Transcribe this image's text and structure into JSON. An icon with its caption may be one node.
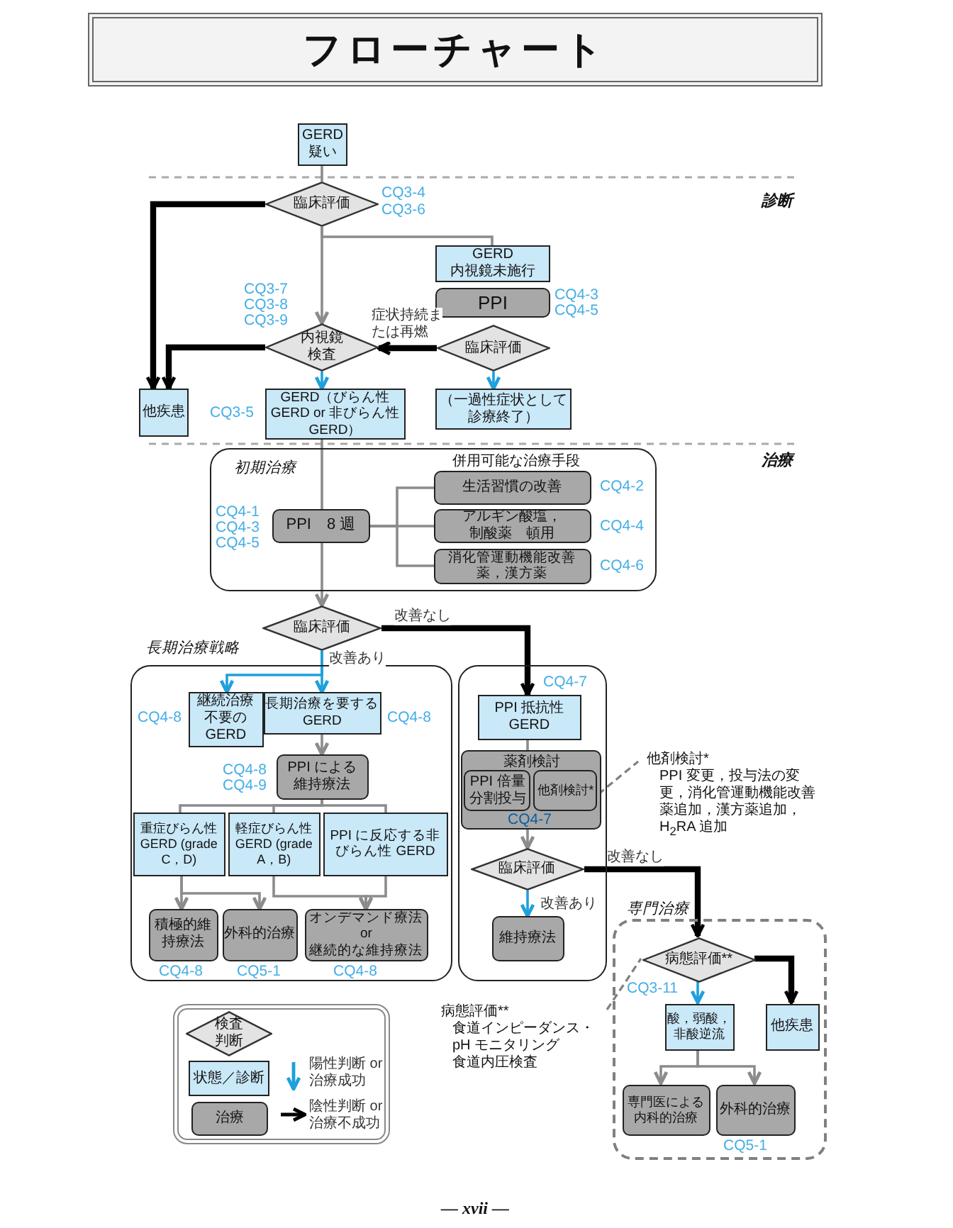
{
  "diagram": {
    "title": "フローチャート",
    "nodes": [
      {
        "text": [
          "GERD 疑い"
        ]
      },
      {
        "text": [
          "臨床評価"
        ],
        "beside": [
          "CQ3-4",
          "CQ3-6"
        ]
      },
      {
        "text": [
          "GERD 内視鏡未施行"
        ]
      },
      {
        "text": [
          "PPI"
        ],
        "beside": [
          "CQ4-3",
          "CQ4-5"
        ]
      },
      {
        "text": [
          "内視鏡検査"
        ],
        "beside": [
          "CQ3-7",
          "CQ3-8",
          "CQ3-9"
        ]
      },
      {
        "text": [
          "臨床評価"
        ]
      },
      {
        "text": [
          "他疾患"
        ]
      },
      {
        "text": [
          "GERD（びらん性 GERD or 非びらん性 GERD）"
        ],
        "beside": [
          "CQ3-5"
        ]
      },
      {
        "text": [
          "（一過性症状として診療終了）"
        ]
      },
      {
        "text": [
          "初期治療",
          "併用可能な治療手段"
        ]
      },
      {
        "text": [
          "PPI　8 週"
        ],
        "in": 9,
        "beside": [
          "CQ4-1",
          "CQ4-3",
          "CQ4-5"
        ]
      },
      {
        "text": [
          "生活習慣の改善"
        ],
        "in": 9,
        "beside": [
          "CQ4-2"
        ]
      },
      {
        "text": [
          "アルギン酸塩，制酸薬　頓用"
        ],
        "in": 9,
        "beside": [
          "CQ4-4"
        ]
      },
      {
        "text": [
          "消化管運動機能改善薬，漢方薬"
        ],
        "in": 9,
        "beside": [
          "CQ4-6"
        ]
      },
      {
        "text": [
          "臨床評価"
        ]
      },
      {
        "text": [
          "長期治療戦略"
        ]
      },
      {
        "text": [
          "継続治療不要の GERD"
        ],
        "in": 15,
        "beside": [
          "CQ4-8"
        ]
      },
      {
        "text": [
          "長期治療を要する GERD"
        ],
        "in": 15,
        "beside": [
          "CQ4-8"
        ]
      },
      {
        "text": [
          "PPI による維持療法"
        ],
        "in": 15,
        "beside": [
          "CQ4-8",
          "CQ4-9"
        ]
      },
      {
        "text": [
          "重症びらん性 GERD (grade C，D)"
        ],
        "in": 15
      },
      {
        "text": [
          "軽症びらん性 GERD (grade A，B)"
        ],
        "in": 15
      },
      {
        "text": [
          "PPI に反応する非びらん性 GERD"
        ],
        "in": 15
      },
      {
        "text": [
          "積極的維持療法"
        ],
        "in": 15,
        "beside": [
          "CQ4-8"
        ]
      },
      {
        "text": [
          "外科的治療"
        ],
        "in": 15,
        "beside": [
          "CQ5-1"
        ]
      },
      {
        "text": [
          "オンデマンド療法 or 継続的な維持療法"
        ],
        "in": 15,
        "beside": [
          "CQ4-8"
        ]
      },
      {
        "text": [],
        "shape": "box"
      },
      {
        "text": [
          "PPI 抵抗性 GERD"
        ],
        "in": 25,
        "beside": [
          "CQ4-7"
        ]
      },
      {
        "text": [
          "薬剤検討"
        ],
        "in": 25,
        "beside": [
          "CQ4-7"
        ]
      },
      {
        "text": [
          "PPI 倍量分割投与"
        ],
        "in": 27
      },
      {
        "text": [
          "他剤検討*"
        ],
        "in": 27
      },
      {
        "text": [
          "他剤検討*",
          "PPI 変更，投与法の変更，消化管運動機能改善薬追加，漢方薬追加，H$_{2}$RA 追加"
        ]
      },
      {
        "text": [
          "臨床評価"
        ],
        "in": 25
      },
      {
        "text": [
          "維持療法"
        ],
        "in": 25
      },
      {
        "text": [
          "専門治療"
        ]
      },
      {
        "text": [
          "病態評価**"
        ],
        "in": 33,
        "beside": [
          "CQ3-11"
        ]
      },
      {
        "text": [
          "酸，弱酸，非酸逆流"
        ],
        "in": 33
      },
      {
        "text": [
          "他疾患"
        ],
        "in": 33
      },
      {
        "text": [
          "専門医による内科的治療"
        ],
        "in": 33
      },
      {
        "text": [
          "外科的治療"
        ],
        "in": 33,
        "beside": [
          "CQ5-1"
        ]
      },
      {
        "text": [
          "病態評価**",
          "食道インピーダンス・pH モニタリング",
          "食道内圧検査"
        ]
      }
    ],
    "edges": [
      {
        "from": 0,
        "to": 1,
        "arrow": "none"
      },
      {
        "from": 1,
        "to": 6,
        "arrow": "to",
        "style": "thick",
        "color": "#000000"
      },
      {
        "from": 1,
        "to": 4,
        "arrow": "to"
      },
      {
        "from": 1,
        "to": 2,
        "arrow": "none"
      },
      {
        "from": 5,
        "to": 4,
        "arrow": "to",
        "label": "症状持続または再燃",
        "style": "thick",
        "color": "#000000"
      },
      {
        "from": 4,
        "to": 6,
        "arrow": "to",
        "style": "thick",
        "color": "#000000"
      },
      {
        "from": 4,
        "to": 7,
        "arrow": "to",
        "color": "#1ea0dc"
      },
      {
        "from": 5,
        "to": 8,
        "arrow": "to",
        "color": "#1ea0dc"
      },
      {
        "from": 7,
        "to": 10,
        "arrow": "none"
      },
      {
        "from": 10,
        "to": 14,
        "arrow": "to"
      },
      {
        "from": 10,
        "to": 11,
        "arrow": "none"
      },
      {
        "from": 10,
        "to": 12,
        "arrow": "none"
      },
      {
        "from": 10,
        "to": 13,
        "arrow": "none"
      },
      {
        "from": 14,
        "to": 16,
        "arrow": "to",
        "color": "#1ea0dc"
      },
      {
        "from": 14,
        "to": 17,
        "arrow": "to",
        "label": "改善あり",
        "color": "#1ea0dc"
      },
      {
        "from": 14,
        "to": 26,
        "arrow": "to",
        "label": "改善なし",
        "style": "thick",
        "color": "#000000"
      },
      {
        "from": 17,
        "to": 18,
        "arrow": "to"
      },
      {
        "from": 18,
        "to": 19,
        "arrow": "none"
      },
      {
        "from": 18,
        "to": 20,
        "arrow": "none"
      },
      {
        "from": 18,
        "to": 21,
        "arrow": "none"
      },
      {
        "from": 19,
        "to": 22,
        "arrow": "to"
      },
      {
        "from": 19,
        "to": 23,
        "arrow": "to"
      },
      {
        "from": 20,
        "to": 24,
        "arrow": "to"
      },
      {
        "from": 21,
        "to": 24,
        "arrow": "to"
      },
      {
        "from": 26,
        "to": 27,
        "arrow": "none"
      },
      {
        "from": 27,
        "to": 31,
        "arrow": "to"
      },
      {
        "from": 29,
        "to": 30,
        "arrow": "none",
        "style": "dashed"
      },
      {
        "from": 31,
        "to": 32,
        "arrow": "to",
        "label": "改善あり",
        "color": "#1ea0dc"
      },
      {
        "from": 31,
        "to": 34,
        "arrow": "to",
        "label": "改善なし",
        "style": "thick",
        "color": "#000000"
      },
      {
        "from": 34,
        "to": 35,
        "arrow": "to",
        "color": "#1ea0dc"
      },
      {
        "from": 34,
        "to": 36,
        "arrow": "to",
        "style": "thick",
        "color": "#000000"
      },
      {
        "from": 35,
        "to": 37,
        "arrow": "to"
      },
      {
        "from": 35,
        "to": 38,
        "arrow": "to"
      },
      {
        "from": 39,
        "to": 34,
        "arrow": "none",
        "style": "dashed"
      }
    ],
    "labels": [
      "診断",
      "治療",
      "— xvii —"
    ],
    "legend": [
      {
        "text": "検査判断"
      },
      {
        "text": "状態／診断",
        "color": "#c9e8f8"
      },
      {
        "text": "治療",
        "color": "#a8a8a8"
      },
      {
        "text": "陽性判断 or 治療成功"
      },
      {
        "text": "陰性判断 or 治療不成功"
      }
    ]
  }
}
